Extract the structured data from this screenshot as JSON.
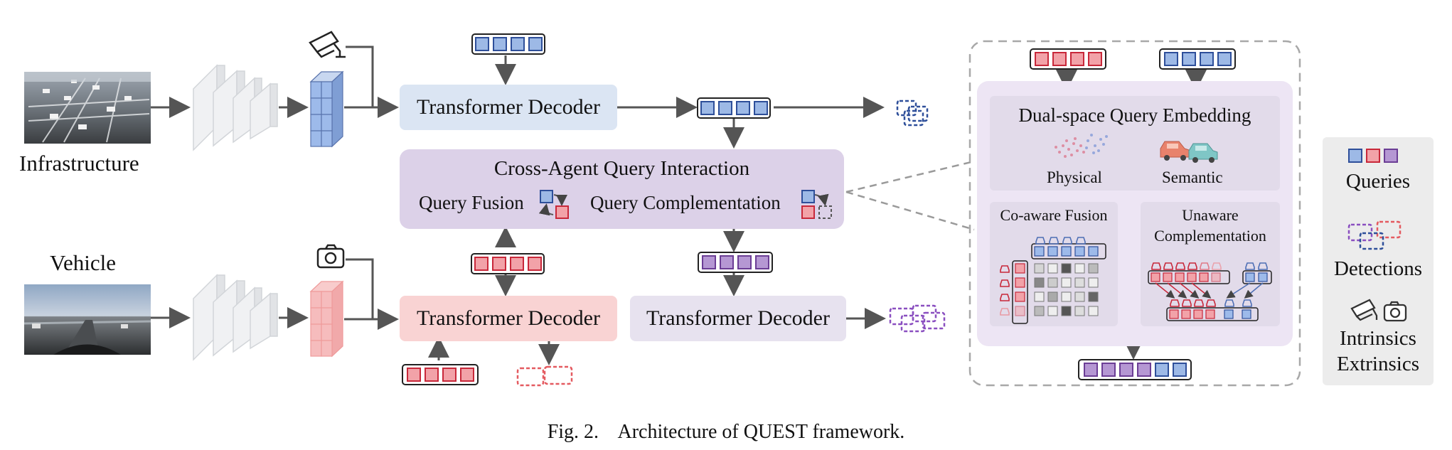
{
  "inputs": {
    "infrastructure_label": "Infrastructure",
    "vehicle_label": "Vehicle"
  },
  "decoders": {
    "top": "Transformer Decoder",
    "bottom_left": "Transformer Decoder",
    "bottom_right": "Transformer Decoder"
  },
  "interaction": {
    "title": "Cross-Agent Query Interaction",
    "fusion": "Query Fusion",
    "complementation": "Query Complementation"
  },
  "detail": {
    "embedding_title": "Dual-space Query Embedding",
    "physical": "Physical",
    "semantic": "Semantic",
    "coaware": "Co-aware Fusion",
    "unaware_line1": "Unaware",
    "unaware_line2": "Complementation"
  },
  "legend": {
    "queries": "Queries",
    "detections": "Detections",
    "intrinsics": "Intrinsics",
    "extrinsics": "Extrinsics"
  },
  "caption": "Fig. 2.    Architecture of QUEST framework.",
  "colors": {
    "blue_query": "#9db9e6",
    "blue_stroke": "#2e4f9a",
    "red_query": "#f2a2a8",
    "red_stroke": "#c8283a",
    "purple_query": "#b597d3",
    "purple_stroke": "#6b3d95",
    "decoder_blue": "#dbe5f3",
    "decoder_red": "#f9d3d3",
    "decoder_purple": "#e7e2ef",
    "interaction_bg": "#dcd1e8",
    "detail_bg": "#ede5f4",
    "legend_bg": "#ececec"
  },
  "icons": [
    "surveillance-camera-icon",
    "camera-icon",
    "car-icon"
  ]
}
